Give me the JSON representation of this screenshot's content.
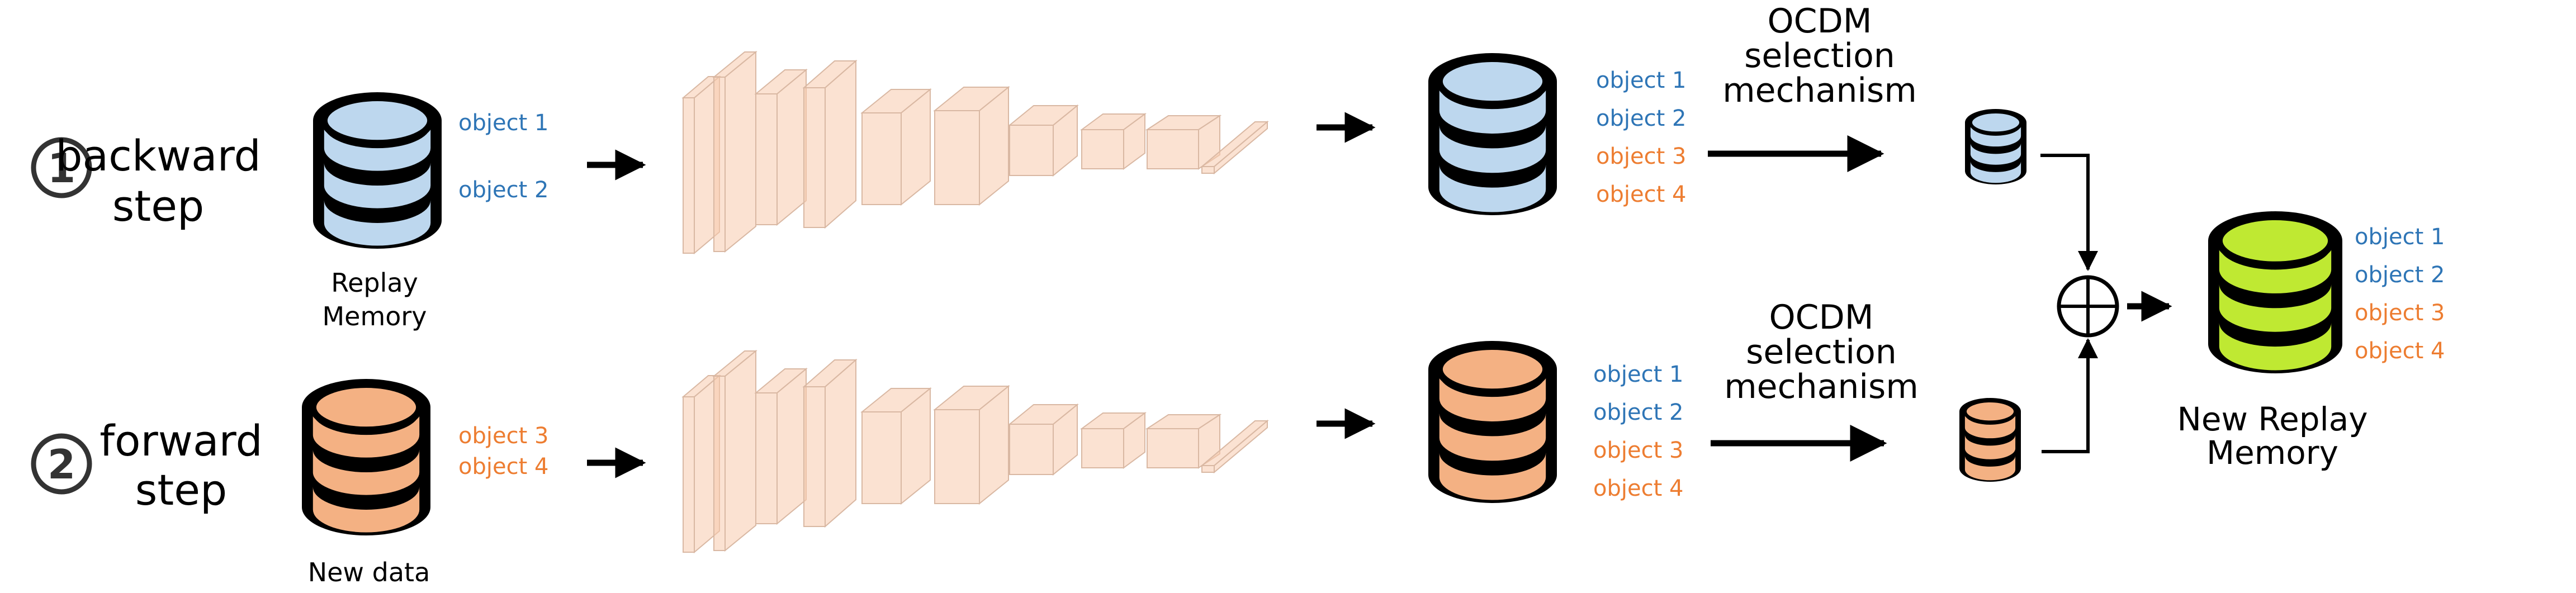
{
  "colors": {
    "blue_db": "#bdd7ee",
    "orange_db": "#f4b183",
    "green_db": "#bfe932",
    "blue_text": "#2e75b6",
    "orange_text": "#ed7d31",
    "cnn_face": "#f8cbad",
    "stroke": "#000000"
  },
  "icons": {
    "database": "database-icon",
    "arrow": "arrow-right-icon",
    "combine": "circle-plus-icon",
    "network": "cnn-block-icon"
  },
  "steps": {
    "backward": {
      "number": "1",
      "line1": "backward",
      "line2": "step"
    },
    "forward": {
      "number": "2",
      "line1": "forward",
      "line2": "step"
    }
  },
  "captions": {
    "replay_line1": "Replay",
    "replay_line2": "Memory",
    "new_data": "New data",
    "new_replay_line1": "New Replay",
    "new_replay_line2": "Memory"
  },
  "ocdm": {
    "line1": "OCDM",
    "line2": "selection",
    "line3": "mechanism"
  },
  "objects": {
    "o1": "object 1",
    "o2": "object 2",
    "o3": "object 3",
    "o4": "object 4"
  }
}
